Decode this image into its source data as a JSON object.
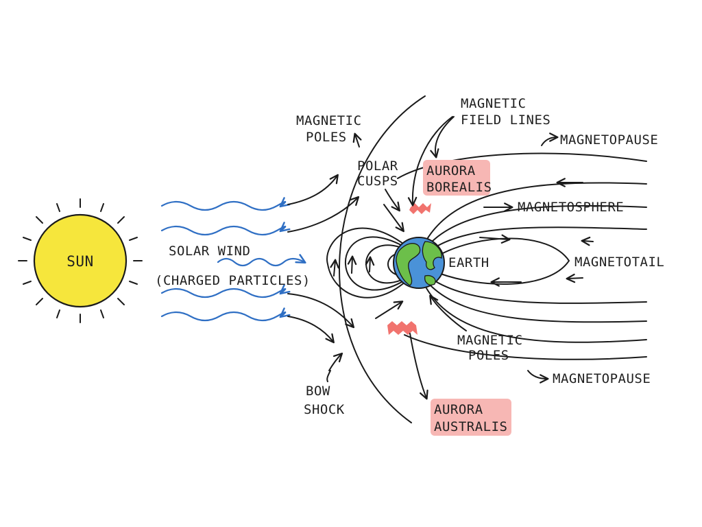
{
  "colors": {
    "sun_fill": "#f6e63c",
    "sun_stroke": "#1a1a1a",
    "solar_wind": "#2f6fc4",
    "ink": "#1a1a1a",
    "aurora_highlight": "#f7b7b4",
    "aurora_glow": "#ee5a55",
    "ocean": "#4a92d8",
    "land": "#6cbf4a"
  },
  "icons": {
    "sun": "sun-icon",
    "earth": "earth-globe-icon",
    "wind": "wavy-arrow-icon"
  },
  "labels": {
    "sun": "SUN",
    "solar_wind_1": "SOLAR WIND",
    "solar_wind_2": "(CHARGED PARTICLES)",
    "magnetic_poles_top_1": "MAGNETIC",
    "magnetic_poles_top_2": "POLES",
    "field_lines_1": "MAGNETIC",
    "field_lines_2": "FIELD LINES",
    "magnetopause_top": "MAGNETOPAUSE",
    "polar_cusps_1": "POLAR",
    "polar_cusps_2": "CUSPS",
    "aurora_borealis_1": "AURORA",
    "aurora_borealis_2": "BOREALIS",
    "magnetosphere": "MAGNETOSPHERE",
    "earth": "EARTH",
    "magnetotail": "MAGNETOTAIL",
    "magnetic_poles_bottom_1": "MAGNETIC",
    "magnetic_poles_bottom_2": "POLES",
    "magnetopause_bottom": "MAGNETOPAUSE",
    "bow_shock_1": "BOW",
    "bow_shock_2": "SHOCK",
    "aurora_australis_1": "AURORA",
    "aurora_australis_2": "AUSTRALIS"
  }
}
